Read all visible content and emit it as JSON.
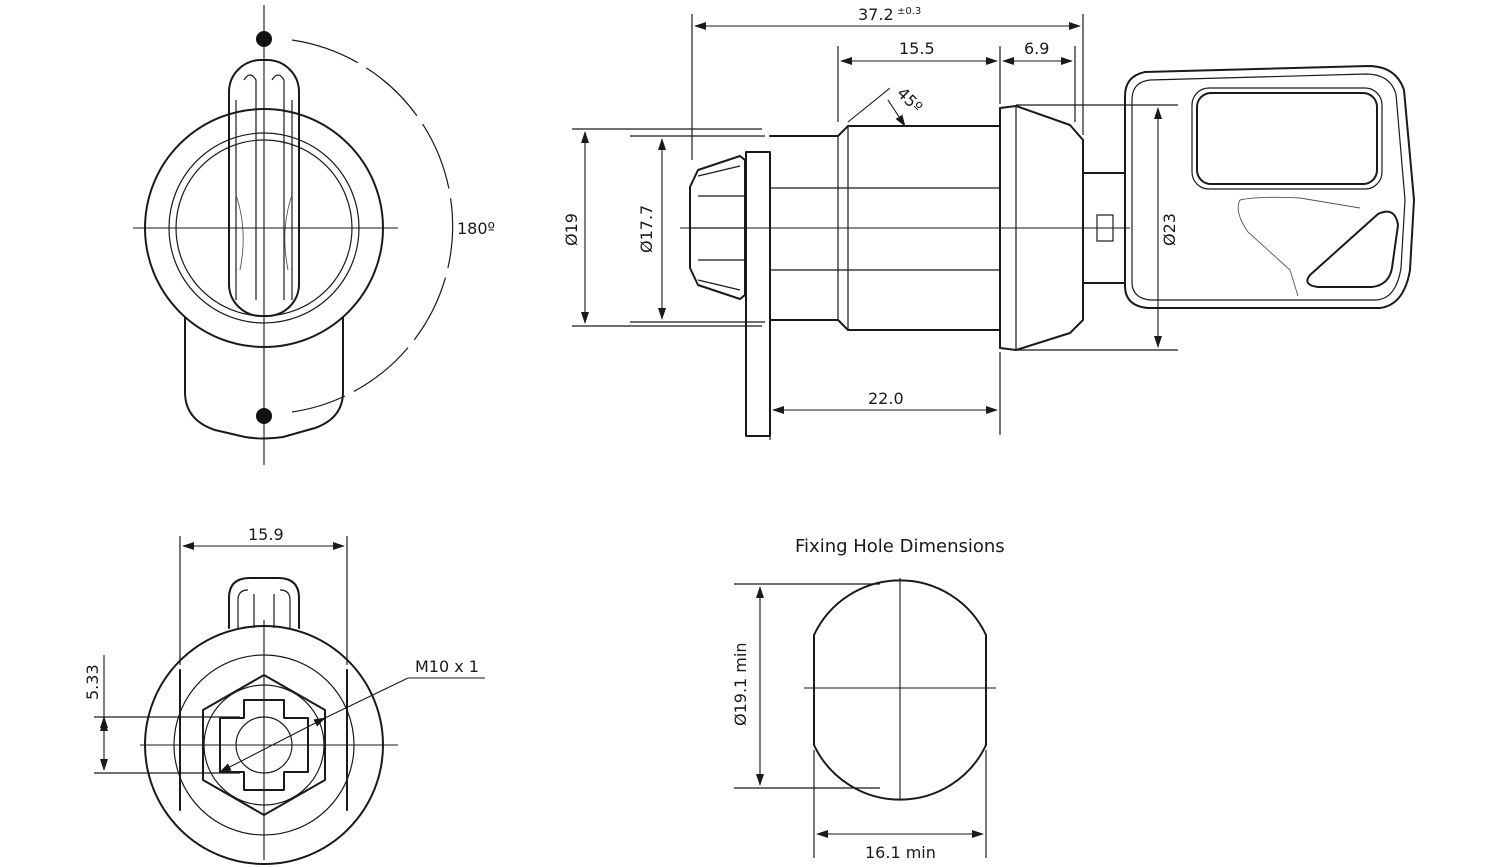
{
  "dimensions": {
    "overall_length": "37.2",
    "overall_tolerance": "±0.3",
    "body_length": "15.5",
    "flange_depth": "6.9",
    "chamfer_angle": "45º",
    "rotation_angle": "180º",
    "diameter_19": "Ø19",
    "diameter_17_7": "Ø17.7",
    "diameter_23": "Ø23",
    "thread_length": "22.0",
    "flat_width": "15.9",
    "tang_offset": "5.33",
    "thread_spec": "M10 x 1",
    "hole_diameter": "Ø19.1 min",
    "hole_flat": "16.1 min"
  },
  "section_title": "Fixing Hole Dimensions"
}
